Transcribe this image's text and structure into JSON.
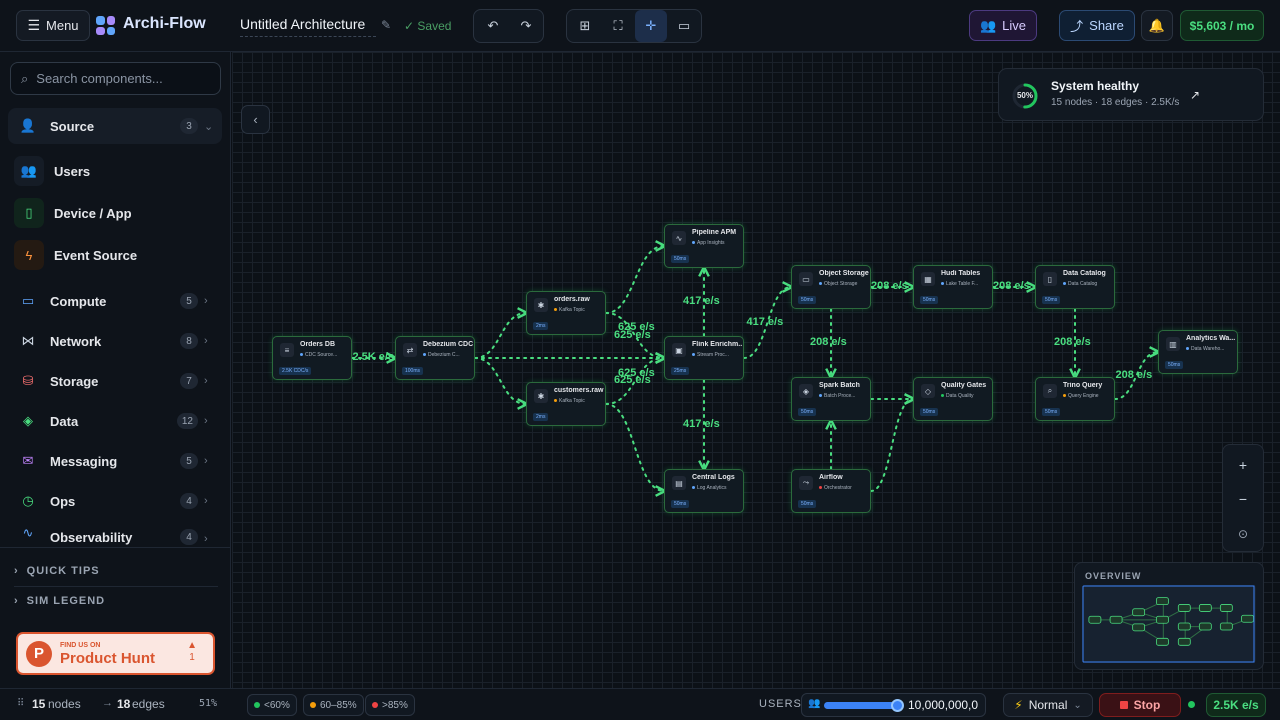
{
  "topbar": {
    "menu_label": "Menu",
    "app_title": "Archi-Flow",
    "project_name": "Untitled Architecture",
    "saved_status": "✓ Saved",
    "live_label": "Live",
    "share_label": "Share",
    "cost": "$5,603 / mo"
  },
  "sidebar": {
    "search_placeholder": "Search components...",
    "source": {
      "label": "Source",
      "count": "3"
    },
    "source_items": [
      {
        "label": "Users",
        "icon": "users-icon"
      },
      {
        "label": "Device / App",
        "icon": "device-icon"
      },
      {
        "label": "Event Source",
        "icon": "lightning-icon"
      }
    ],
    "categories": [
      {
        "label": "Compute",
        "count": "5",
        "icon": "monitor-icon"
      },
      {
        "label": "Network",
        "count": "8",
        "icon": "share-nodes-icon"
      },
      {
        "label": "Storage",
        "count": "7",
        "icon": "database-icon"
      },
      {
        "label": "Data",
        "count": "12",
        "icon": "layers-icon"
      },
      {
        "label": "Messaging",
        "count": "5",
        "icon": "inbox-icon"
      },
      {
        "label": "Ops",
        "count": "4",
        "icon": "clock-icon"
      },
      {
        "label": "Observability",
        "count": "4",
        "icon": "pulse-icon"
      }
    ],
    "quick_tips": "QUICK TIPS",
    "sim_legend": "SIM LEGEND",
    "product_hunt": {
      "top": "FIND US ON",
      "name": "Product Hunt",
      "votes": "1"
    }
  },
  "canvas": {
    "health": {
      "percent": "50%",
      "percent_value": 50,
      "title": "System healthy",
      "detail": "15 nodes · 18 edges · 2.5K/s"
    },
    "overview_title": "OVERVIEW",
    "nodes": [
      {
        "id": "orders_db",
        "title": "Orders DB",
        "subtitle": "CDC Source...",
        "badge": "2.5K CDC/s",
        "color": "#60a5fa",
        "icon": "database-icon",
        "glyph": "≡"
      },
      {
        "id": "debezium",
        "title": "Debezium CDC",
        "subtitle": "Debezium C...",
        "badge": "100ms",
        "color": "#60a5fa",
        "icon": "sync-icon",
        "glyph": "⇄"
      },
      {
        "id": "orders_raw",
        "title": "orders.raw",
        "subtitle": "Kafka Topic",
        "badge": "2ms",
        "color": "#f59e0b",
        "icon": "kafka-icon",
        "glyph": "✱"
      },
      {
        "id": "customers_raw",
        "title": "customers.raw",
        "subtitle": "Kafka Topic",
        "badge": "2ms",
        "color": "#f59e0b",
        "icon": "kafka-icon",
        "glyph": "✱"
      },
      {
        "id": "pipeline_apm",
        "title": "Pipeline APM",
        "subtitle": "App Insights",
        "badge": "50ms",
        "color": "#60a5fa",
        "icon": "pulse-icon",
        "glyph": "∿"
      },
      {
        "id": "flink",
        "title": "Flink Enrichm...",
        "subtitle": "Stream Proc...",
        "badge": "25ms",
        "color": "#60a5fa",
        "icon": "cpu-icon",
        "glyph": "▣"
      },
      {
        "id": "central_logs",
        "title": "Central Logs",
        "subtitle": "Log Analytics",
        "badge": "50ms",
        "color": "#60a5fa",
        "icon": "file-icon",
        "glyph": "▤"
      },
      {
        "id": "object_storage",
        "title": "Object Storage",
        "subtitle": "Object Storage",
        "badge": "50ms",
        "color": "#60a5fa",
        "icon": "folder-icon",
        "glyph": "▭"
      },
      {
        "id": "spark",
        "title": "Spark Batch",
        "subtitle": "Batch Proce...",
        "badge": "50ms",
        "color": "#60a5fa",
        "icon": "layers-icon",
        "glyph": "◈"
      },
      {
        "id": "airflow",
        "title": "Airflow",
        "subtitle": "Orchestrator",
        "badge": "50ms",
        "color": "#ef4444",
        "icon": "airflow-icon",
        "glyph": "⤳"
      },
      {
        "id": "hudi",
        "title": "Hudi Tables",
        "subtitle": "Lake Table F...",
        "badge": "50ms",
        "color": "#60a5fa",
        "icon": "table-icon",
        "glyph": "▦"
      },
      {
        "id": "quality",
        "title": "Quality Gates",
        "subtitle": "Data Quality",
        "badge": "50ms",
        "color": "#22c55e",
        "icon": "shield-icon",
        "glyph": "◇"
      },
      {
        "id": "catalog",
        "title": "Data Catalog",
        "subtitle": "Data Catalog",
        "badge": "50ms",
        "color": "#60a5fa",
        "icon": "book-icon",
        "glyph": "▯"
      },
      {
        "id": "trino",
        "title": "Trino Query",
        "subtitle": "Query Engine",
        "badge": "50ms",
        "color": "#f59e0b",
        "icon": "search-icon",
        "glyph": "⌕"
      },
      {
        "id": "analytics",
        "title": "Analytics Wa...",
        "subtitle": "Data Wareho...",
        "badge": "50ms",
        "color": "#60a5fa",
        "icon": "warehouse-icon",
        "glyph": "▥"
      }
    ],
    "edges": [
      {
        "from": "orders_db",
        "to": "debezium",
        "label": "2.5K e/s"
      },
      {
        "from": "debezium",
        "to": "orders_raw",
        "label": ""
      },
      {
        "from": "debezium",
        "to": "customers_raw",
        "label": ""
      },
      {
        "from": "debezium",
        "to": "flink",
        "label": ""
      },
      {
        "from": "orders_raw",
        "to": "flink",
        "label": "625 e/s"
      },
      {
        "from": "customers_raw",
        "to": "flink",
        "label": "625 e/s"
      },
      {
        "from": "orders_raw",
        "to": "pipeline_apm",
        "label": ""
      },
      {
        "from": "customers_raw",
        "to": "central_logs",
        "label": ""
      },
      {
        "from": "flink",
        "to": "pipeline_apm",
        "label": "417 e/s"
      },
      {
        "from": "flink",
        "to": "central_logs",
        "label": "417 e/s"
      },
      {
        "from": "flink",
        "to": "object_storage",
        "label": "417 e/s"
      },
      {
        "from": "object_storage",
        "to": "hudi",
        "label": "208 e/s"
      },
      {
        "from": "object_storage",
        "to": "spark",
        "label": "208 e/s"
      },
      {
        "from": "hudi",
        "to": "catalog",
        "label": "208 e/s"
      },
      {
        "from": "catalog",
        "to": "trino",
        "label": "208 e/s"
      },
      {
        "from": "trino",
        "to": "analytics",
        "label": "208 e/s"
      },
      {
        "from": "spark",
        "to": "quality",
        "label": ""
      },
      {
        "from": "airflow",
        "to": "spark",
        "label": ""
      },
      {
        "from": "airflow",
        "to": "quality",
        "label": ""
      }
    ],
    "extra_labels": [
      "625 e/s",
      "625 e/s"
    ]
  },
  "bottombar": {
    "nodes_count": "15",
    "nodes_label": "nodes",
    "edges_count": "18",
    "edges_label": "edges",
    "zoom": "51%",
    "legend": [
      {
        "label": "<60%",
        "color": "#22c55e"
      },
      {
        "label": "60–85%",
        "color": "#f59e0b"
      },
      {
        "label": ">85%",
        "color": "#ef4444"
      }
    ],
    "users_label": "USERS",
    "users_value": "10,000,000,0",
    "users_slider_value": 95,
    "speed_label": "Normal",
    "stop_label": "Stop",
    "throughput": "2.5K e/s"
  },
  "colors": {
    "accent": "#4ade80",
    "brand": "#60a5fa",
    "live": "#a78bfa",
    "stop": "#ef4444"
  }
}
